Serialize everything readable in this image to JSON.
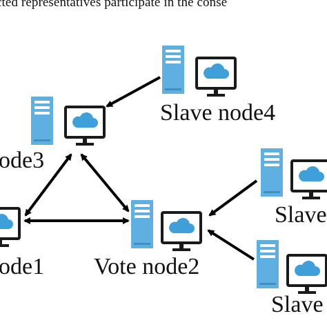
{
  "caption": "cted representatives participate in the conse",
  "labels": {
    "slave_node4": "Slave node4",
    "node3": "ode3",
    "node1": "ode1",
    "vote_node2": "Vote node2",
    "slave_a": "Slave",
    "slave_b": "Slave"
  },
  "colors": {
    "server_blue": "#5fb0e0",
    "monitor_frame": "#1a1a1a",
    "cloud": "#3f9fd8",
    "arrow": "#000000"
  },
  "icons": [
    "server-icon",
    "monitor-icon",
    "cloud-icon"
  ]
}
